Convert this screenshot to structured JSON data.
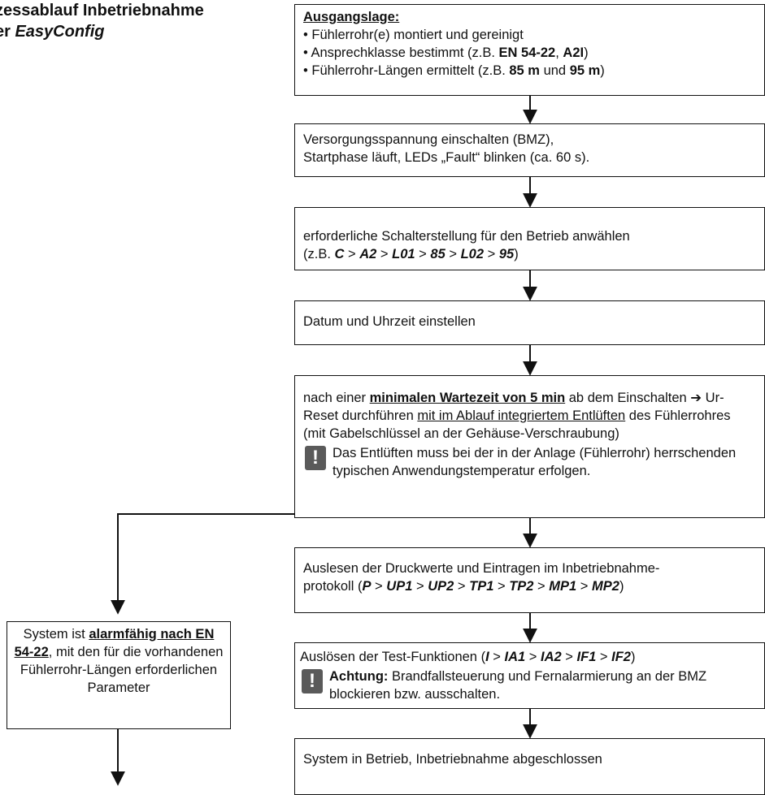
{
  "title": {
    "line1": "zessablauf Inbetriebnahme",
    "line2_prefix": "er ",
    "line2_italic": "EasyConfig"
  },
  "steps": {
    "s1": {
      "header": "Ausgangslage:",
      "items": [
        [
          "• Fühlerrohr(e) montiert und gereinigt"
        ],
        [
          "• Ansprechklasse bestimmt (z.B. ",
          "EN 54-22",
          ", ",
          "A2I",
          ")"
        ],
        [
          "• Fühlerrohr-Längen ermittelt (z.B. ",
          "85 m",
          " und ",
          "95 m",
          ")"
        ]
      ]
    },
    "s2": {
      "line1": "Versorgungsspannung einschalten (BMZ),",
      "line2": "Startphase läuft, LEDs „Fault“ blinken (ca. 60 s)."
    },
    "s3": {
      "line1": "erforderliche Schalterstellung für den Betrieb anwählen",
      "line2": [
        "(z.B. ",
        "C",
        " > ",
        "A2",
        " > ",
        "L01",
        " > ",
        "85",
        " > ",
        "L02",
        " > ",
        "95",
        ")"
      ]
    },
    "s4": {
      "text": "Datum und Uhrzeit einstellen"
    },
    "s5": {
      "t1": "nach einer ",
      "t2": "minimalen Wartezeit von 5 min",
      "t3": " ab dem Einschalten ",
      "t4": "➔",
      "t5": " Ur-Reset durchführen ",
      "t6": "mit im Ablauf integriertem Entlüften",
      "t7": " des Fühlerrohres (mit Gabelschlüssel an der Gehäuse-Verschraubung)",
      "warn": "Das Entlüften muss bei der in der Anlage (Fühlerrohr) herrschenden typischen Anwendungstemperatur erfolgen."
    },
    "s6": {
      "line1": "Auslesen der Druckwerte und Eintragen im Inbetriebnahme-",
      "line2": [
        "protokoll (",
        "P",
        " > ",
        "UP1",
        " > ",
        "UP2",
        " > ",
        "TP1",
        " > ",
        "TP2",
        " > ",
        "MP1",
        " > ",
        "MP2",
        ")"
      ]
    },
    "s7": {
      "line1": [
        "Auslösen der Test-Funktionen (",
        "I",
        " > ",
        "IA1",
        " > ",
        "IA2",
        " > ",
        "IF1",
        " > ",
        "IF2",
        ")"
      ],
      "warn_bold": "Achtung:",
      "warn_text": " Brandfallsteuerung und Fernalarmierung an der BMZ blockieren bzw. ausschalten."
    },
    "s8": {
      "text": "System in Betrieb, Inbetriebnahme abgeschlossen"
    }
  },
  "side_box": {
    "t1": "System ist ",
    "t2": "alarmfähig nach EN 54-22",
    "t3": ", mit den für die vorhandenen Fühlerrohr-Längen erforderlichen Parameter"
  },
  "warn_icon": "!"
}
